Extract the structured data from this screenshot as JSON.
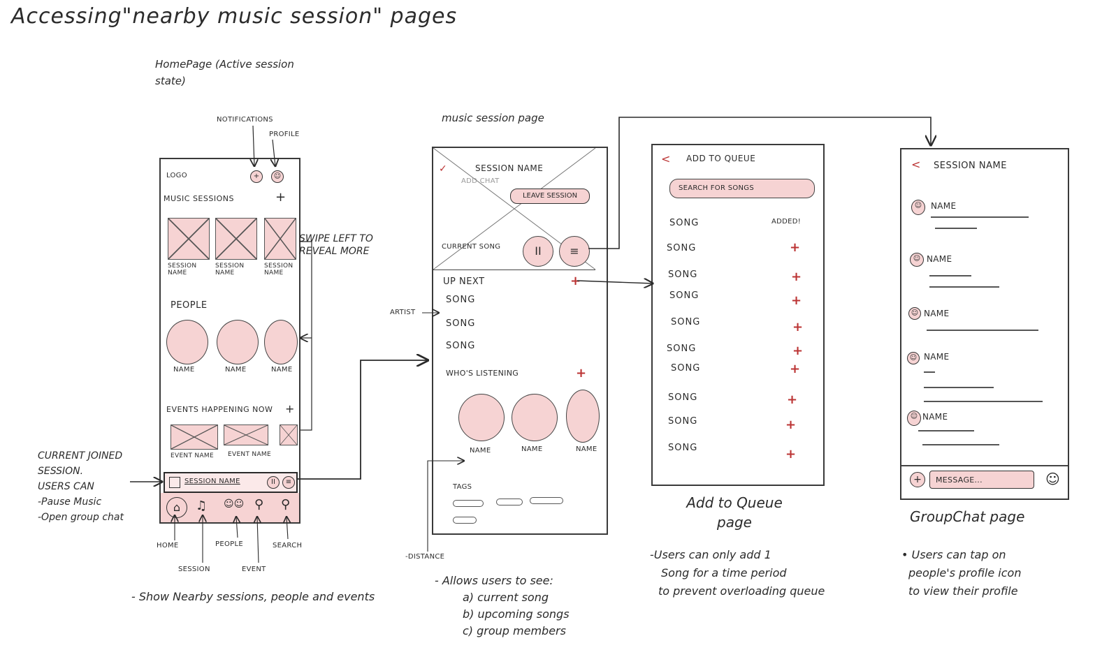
{
  "title": "Accessing\"nearby music session\" pages",
  "homepage": {
    "heading": "HomePage (Active session state)",
    "ann_notifications": "NOTIFICATIONS",
    "ann_profile": "PROFILE",
    "logo": "LOGO",
    "music_sessions": "MUSIC SESSIONS",
    "session_names": [
      "SESSION NAME",
      "SESSION NAME",
      "SESSION NAME"
    ],
    "swipe_note": "SWIPE LEFT TO REVEAL MORE",
    "people": "PEOPLE",
    "people_names": [
      "NAME",
      "NAME",
      "NAME"
    ],
    "events_happening": "EVENTS HAPPENING NOW",
    "event_names": [
      "EVENT NAME",
      "EVENT NAME"
    ],
    "current_bar": "SESSION NAME",
    "current_note_1": "CURRENT JOINED SESSION.",
    "current_note_2": "USERS CAN",
    "current_note_3": "-Pause Music",
    "current_note_4": "-Open group chat",
    "nav_labels": [
      "HOME",
      "SESSION",
      "PEOPLE",
      "EVENT",
      "SEARCH"
    ],
    "footer": "- Show Nearby sessions, people and events"
  },
  "session_page": {
    "heading": "music session page",
    "session_name": "SESSION NAME",
    "group_chat": "ADD CHAT",
    "leave": "LEAVE SESSION",
    "current_song": "CURRENT SONG",
    "up_next": "UP NEXT",
    "songs": [
      "SONG",
      "SONG",
      "SONG"
    ],
    "artist": "ARTIST",
    "whos_listening": "WHO'S LISTENING",
    "listener_names": [
      "NAME",
      "NAME",
      "NAME"
    ],
    "tags": "TAGS",
    "distance": "-DISTANCE",
    "footer_lines": [
      "- Allows users to see:",
      "a) current song",
      "b) upcoming songs",
      "c) group members"
    ]
  },
  "queue_page": {
    "header": "ADD TO QUEUE",
    "search": "SEARCH FOR SONGS",
    "col_song": "SONG",
    "col_added": "ADDED!",
    "songs": [
      "SONG",
      "SONG",
      "SONG",
      "SONG",
      "SONG",
      "SONG",
      "SONG",
      "SONG",
      "SONG"
    ],
    "caption_1": "Add to Queue",
    "caption_2": "page",
    "footer_lines": [
      "-Users can only add 1",
      "Song for a time period",
      "to prevent overloading queue"
    ]
  },
  "chat_page": {
    "header": "SESSION NAME",
    "names": [
      "NAME",
      "NAME",
      "NAME",
      "NAME",
      "NAME"
    ],
    "message": "MESSAGE...",
    "caption": "GroupChat page",
    "footer_lines": [
      "• Users can tap on",
      "people's profile icon",
      "to view their profile"
    ]
  },
  "colors": {
    "accent_pink": "#f6d3d3",
    "plus_red": "#b33333",
    "ink": "#2b2b2b"
  }
}
